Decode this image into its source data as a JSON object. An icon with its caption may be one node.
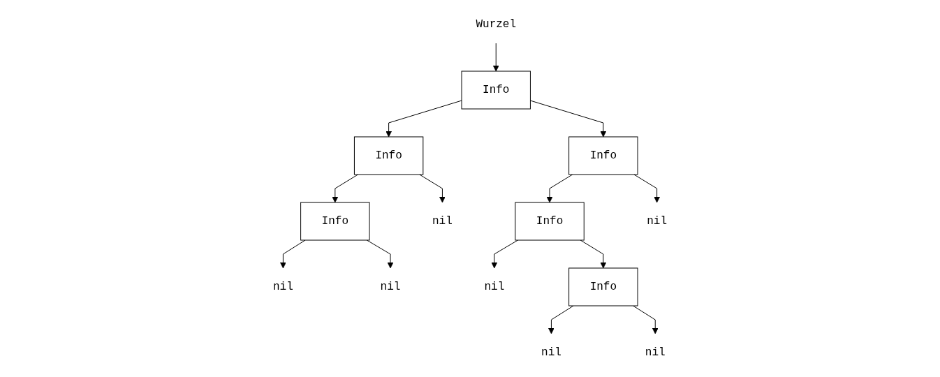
{
  "diagram": {
    "nodes": [
      {
        "text": [
          "Wurzel"
        ]
      },
      {
        "text": [
          "Info"
        ]
      },
      {
        "text": [
          "Info"
        ]
      },
      {
        "text": [
          "Info"
        ]
      },
      {
        "text": [
          "Info"
        ]
      },
      {
        "text": [
          "nil"
        ]
      },
      {
        "text": [
          "Info"
        ]
      },
      {
        "text": [
          "nil"
        ]
      },
      {
        "text": [
          "nil"
        ]
      },
      {
        "text": [
          "nil"
        ]
      },
      {
        "text": [
          "nil"
        ]
      },
      {
        "text": [
          "Info"
        ]
      },
      {
        "text": [
          "nil"
        ]
      },
      {
        "text": [
          "nil"
        ]
      }
    ],
    "edges": [
      {
        "from": 0,
        "to": 1,
        "arrow": "to"
      },
      {
        "from": 1,
        "to": 2,
        "arrow": "to"
      },
      {
        "from": 1,
        "to": 3,
        "arrow": "to"
      },
      {
        "from": 2,
        "to": 4,
        "arrow": "to"
      },
      {
        "from": 2,
        "to": 5,
        "arrow": "to"
      },
      {
        "from": 3,
        "to": 6,
        "arrow": "to"
      },
      {
        "from": 3,
        "to": 7,
        "arrow": "to"
      },
      {
        "from": 4,
        "to": 8,
        "arrow": "to"
      },
      {
        "from": 4,
        "to": 9,
        "arrow": "to"
      },
      {
        "from": 6,
        "to": 10,
        "arrow": "to"
      },
      {
        "from": 6,
        "to": 11,
        "arrow": "to"
      },
      {
        "from": 11,
        "to": 12,
        "arrow": "to"
      },
      {
        "from": 11,
        "to": 13,
        "arrow": "to"
      }
    ]
  }
}
